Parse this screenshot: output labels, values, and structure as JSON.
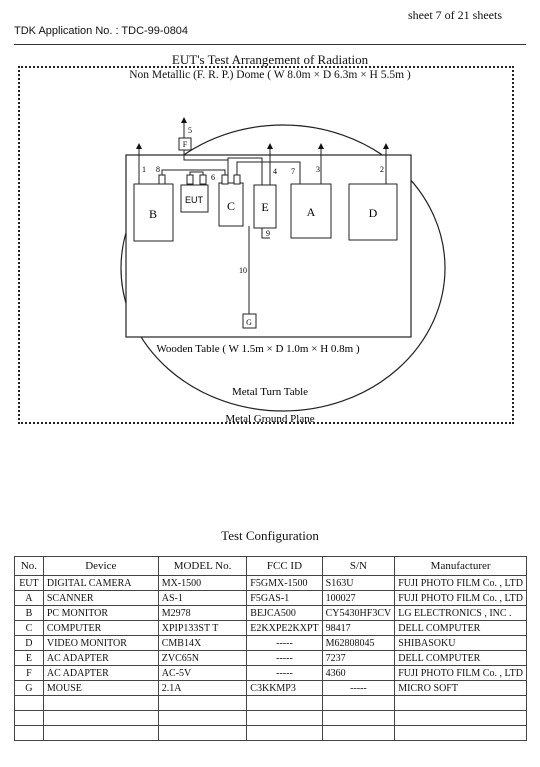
{
  "header": {
    "sheet": "sheet  7  of  21  sheets",
    "app_no": "TDK Application No. :  TDC-99-0804"
  },
  "diagram": {
    "title": "EUT's Test Arrangement of Radiation",
    "dome": "Non Metallic  (F. R. P.) Dome ( W 8.0m  × D 6.3m  × H 5.5m )",
    "table": "Wooden Table ( W 1.5m × D 1.0m × H 0.8m )",
    "turntable": "Metal  Turn  Table",
    "ground": "Metal  Ground  Plane",
    "boxes": {
      "B": "B",
      "EUT": "EUT",
      "C": "C",
      "E": "E",
      "A": "A",
      "D": "D",
      "F": "F",
      "G": "G"
    },
    "cables": {
      "c1": "1",
      "c2": "2",
      "c3": "3",
      "c4": "4",
      "c5": "5",
      "c6": "6",
      "c7": "7",
      "c8": "8",
      "c9": "9",
      "c10": "10"
    }
  },
  "config": {
    "title": "Test Configuration",
    "headers": [
      "No.",
      "Device",
      "MODEL No.",
      "FCC ID",
      "S/N",
      "Manufacturer"
    ],
    "rows": [
      [
        "EUT",
        "DIGITAL CAMERA",
        "MX-1500",
        "F5GMX-1500",
        "S163U",
        "FUJI PHOTO FILM Co. , LTD"
      ],
      [
        "A",
        "SCANNER",
        "AS-1",
        "F5GAS-1",
        "100027",
        "FUJI PHOTO FILM Co. , LTD"
      ],
      [
        "B",
        "PC MONITOR",
        "M2978",
        "BEJCA500",
        "CY5430HF3CV",
        "LG ELECTRONICS , INC ."
      ],
      [
        "C",
        "COMPUTER",
        "XPIP133ST T",
        "E2KXPE2KXPT",
        "98417",
        "DELL COMPUTER"
      ],
      [
        "D",
        "VIDEO MONITOR",
        "CMB14X",
        "-----",
        "M62808045",
        "SHIBASOKU"
      ],
      [
        "E",
        "AC ADAPTER",
        "ZVC65N",
        "-----",
        "7237",
        "DELL COMPUTER"
      ],
      [
        "F",
        "AC ADAPTER",
        "AC-5V",
        "-----",
        "4360",
        "FUJI PHOTO FILM Co. , LTD"
      ],
      [
        "G",
        "MOUSE",
        "2.1A",
        "C3KKMP3",
        "-----",
        "MICRO SOFT"
      ],
      [
        "",
        "",
        "",
        "",
        "",
        ""
      ],
      [
        "",
        "",
        "",
        "",
        "",
        ""
      ],
      [
        "",
        "",
        "",
        "",
        "",
        ""
      ]
    ]
  }
}
